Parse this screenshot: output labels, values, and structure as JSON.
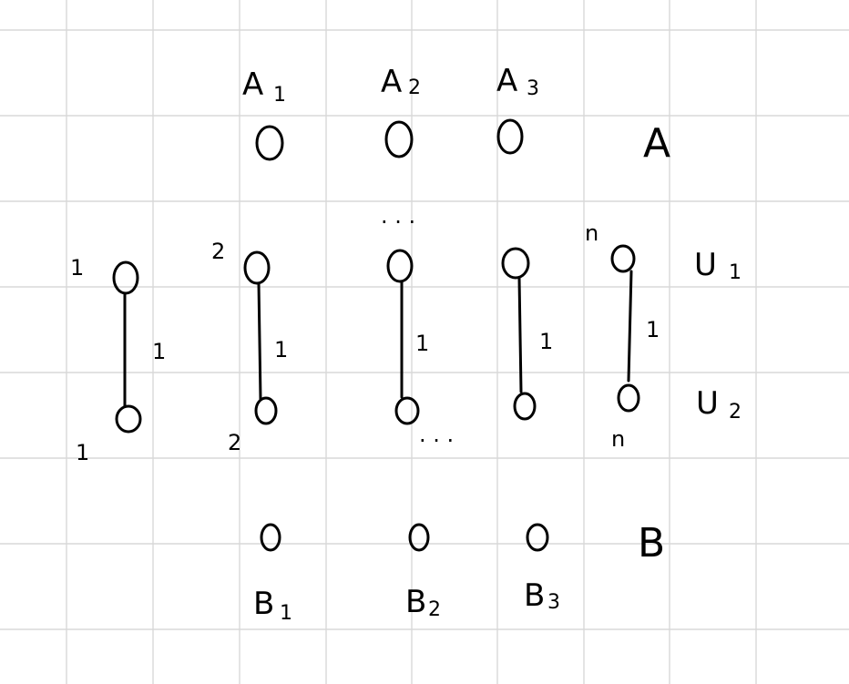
{
  "colors": {
    "background": "#ffffff",
    "grid": "#d8d8d8",
    "ink": "#000000"
  },
  "set_labels": {
    "a": "A",
    "b": "B"
  },
  "top_labels": [
    {
      "letter": "A",
      "sub": "1"
    },
    {
      "letter": "A",
      "sub": "2"
    },
    {
      "letter": "A",
      "sub": "3"
    }
  ],
  "bottom_labels": [
    {
      "letter": "B",
      "sub": "1"
    },
    {
      "letter": "B",
      "sub": "2"
    },
    {
      "letter": "B",
      "sub": "3"
    }
  ],
  "row_labels": [
    {
      "letter": "U",
      "sub": "1"
    },
    {
      "letter": "U",
      "sub": "2"
    }
  ],
  "pairs": [
    {
      "top_index": "1",
      "bottom_index": "1",
      "edge_weight": "1"
    },
    {
      "top_index": "2",
      "bottom_index": "2",
      "edge_weight": "1"
    },
    {
      "top_index": "",
      "bottom_index": "",
      "edge_weight": "1"
    },
    {
      "top_index": "",
      "bottom_index": "",
      "edge_weight": "1"
    },
    {
      "top_index": "n",
      "bottom_index": "n",
      "edge_weight": "1"
    }
  ],
  "ellipsis_top": "· · ·",
  "ellipsis_bottom": "· · ·"
}
